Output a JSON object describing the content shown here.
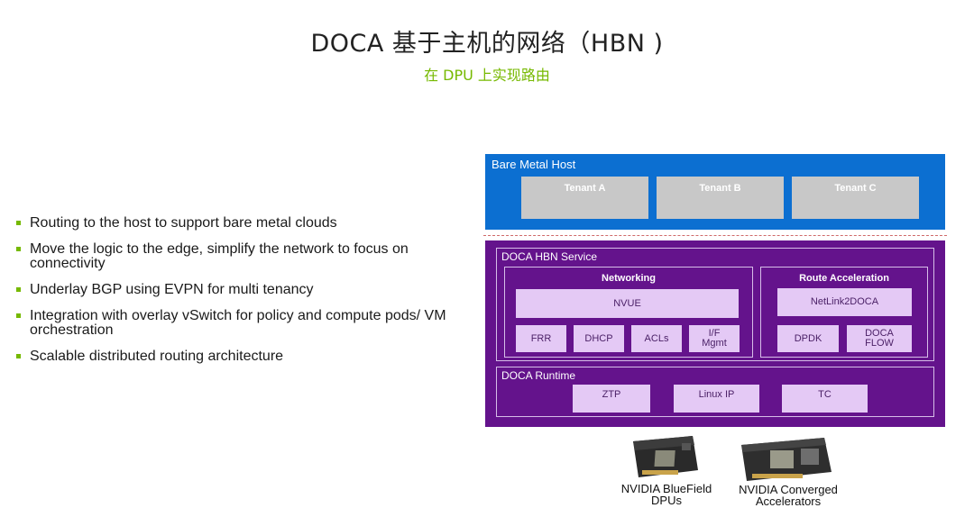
{
  "title": "DOCA 基于主机的网络（HBN )",
  "subtitle": "在 DPU 上实现路由",
  "bullets": [
    "Routing to the host to support bare metal clouds",
    "Move the logic to the edge, simplify the network to focus on connectivity",
    "Underlay BGP using EVPN for multi tenancy",
    "Integration with overlay vSwitch for policy and compute pods/ VM orchestration",
    "Scalable distributed routing architecture"
  ],
  "bare_metal_host": {
    "label": "Bare Metal Host",
    "tenants": [
      "Tenant A",
      "Tenant B",
      "Tenant C"
    ]
  },
  "hbn_service": {
    "label": "DOCA HBN Service",
    "networking": {
      "label": "Networking",
      "nvue": "NVUE",
      "items": [
        "FRR",
        "DHCP",
        "ACLs",
        "I/F Mgmt"
      ]
    },
    "route_acceleration": {
      "label": "Route Acceleration",
      "netlink": "NetLink2DOCA",
      "items": [
        "DPDK",
        "DOCA FLOW"
      ]
    }
  },
  "runtime": {
    "label": "DOCA Runtime",
    "items": [
      "ZTP",
      "Linux IP",
      "TC"
    ]
  },
  "hardware": [
    "NVIDIA BlueField DPUs",
    "NVIDIA Converged Accelerators"
  ],
  "colors": {
    "accent_green": "#76b900",
    "host_blue": "#0c6fd1",
    "hbn_purple": "#64138c",
    "chip_lavender": "#e4c9f5",
    "tenant_gray": "#c8c8c8"
  }
}
